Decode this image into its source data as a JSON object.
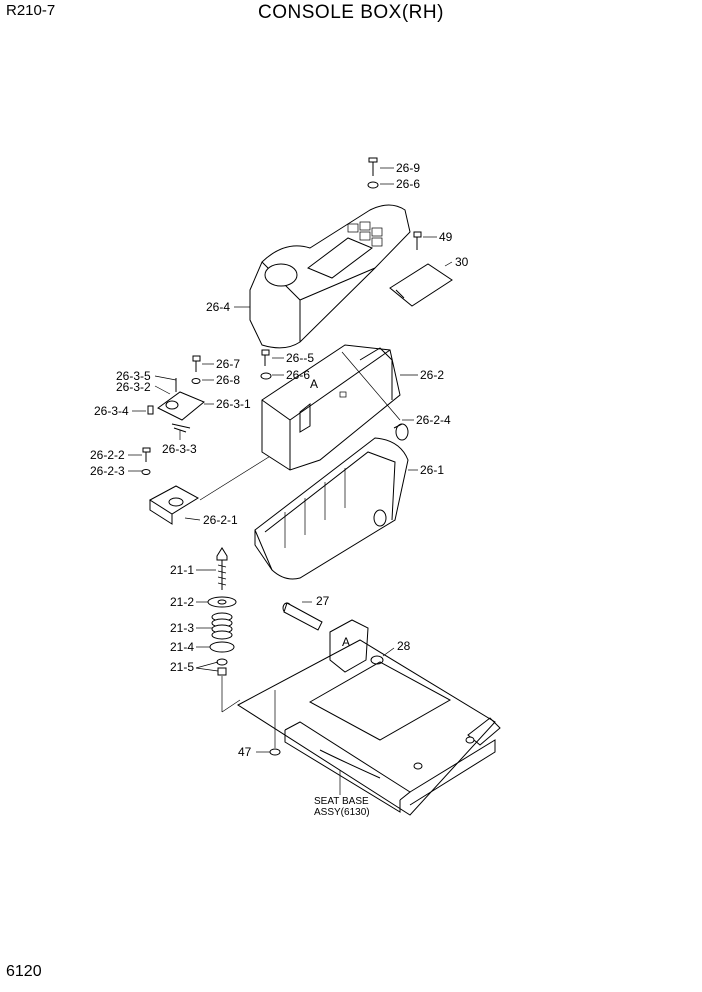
{
  "header": {
    "model": "R210-7",
    "title": "CONSOLE BOX(RH)",
    "page_number": "6120"
  },
  "callouts": {
    "c26_9": "26-9",
    "c26_6a": "26-6",
    "c49": "49",
    "c30": "30",
    "c26_4": "26-4",
    "c26_7": "26-7",
    "c26_8": "26-8",
    "c26_3_5": "26-3-5",
    "c26_3_2": "26-3-2",
    "c26_3_4": "26-3-4",
    "c26_3_1": "26-3-1",
    "c26_3_3": "26-3-3",
    "c26_2_2": "26-2-2",
    "c26_2_3": "26-2-3",
    "c26_2_1": "26-2-1",
    "c26__5": "26--5",
    "c26_6b": "26-6",
    "c26_2": "26-2",
    "c26_2_4": "26-2-4",
    "c26_1": "26-1",
    "c21_1": "21-1",
    "c21_2": "21-2",
    "c21_3": "21-3",
    "c21_4": "21-4",
    "c21_5": "21-5",
    "c27": "27",
    "c28": "28",
    "c47": "47",
    "ref_a1": "A",
    "ref_a2": "A"
  },
  "seat_base_note": {
    "line1": "SEAT BASE",
    "line2": "ASSY(6130)"
  }
}
